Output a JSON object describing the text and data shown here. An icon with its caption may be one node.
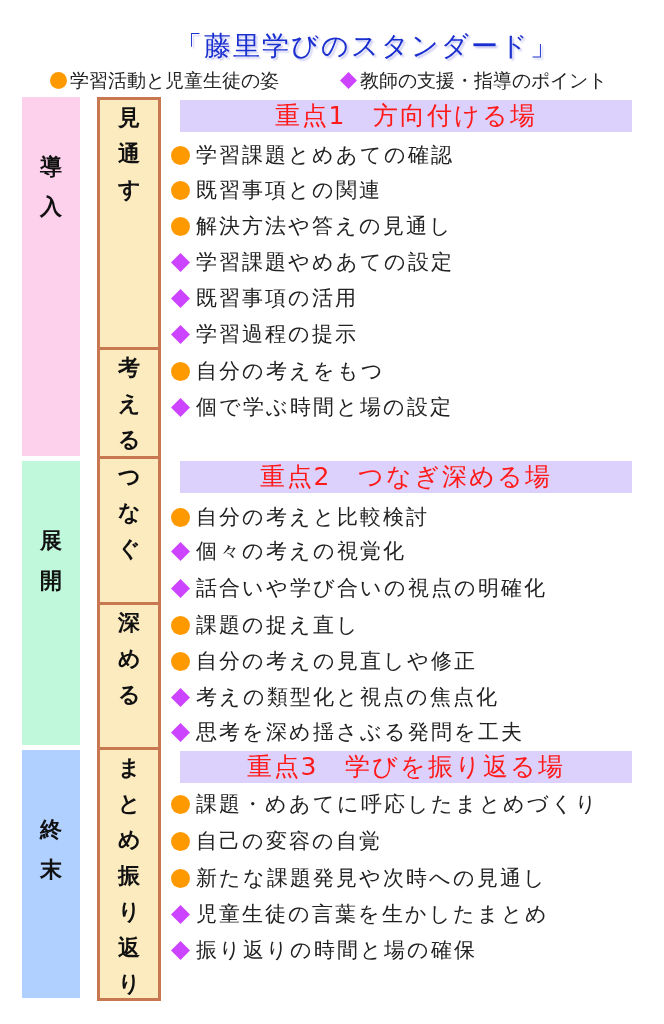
{
  "diagram": {
    "title": "「藤里学びのスタンダード」",
    "nodes": [
      {
        "text": [
          "導入"
        ]
      },
      {
        "text": [
          "見通す"
        ]
      },
      {
        "text": [
          "重点1　方向付ける場"
        ]
      },
      {
        "text": [
          "考える"
        ]
      },
      {
        "text": [
          "展開"
        ]
      },
      {
        "text": [
          "つなぐ"
        ]
      },
      {
        "text": [
          "重点2　つなぎ深める場"
        ]
      },
      {
        "text": [
          "深める"
        ]
      },
      {
        "text": [
          "終末"
        ]
      },
      {
        "text": [
          "まとめ振り返り"
        ]
      },
      {
        "text": [
          "重点3　学びを振り返る場"
        ]
      }
    ],
    "labels": [
      "学習課題とめあての確認",
      "既習事項との関連",
      "解決方法や答えの見通し",
      "学習課題やめあての設定",
      "既習事項の活用",
      "学習過程の提示",
      "自分の考えをもつ",
      "個で学ぶ時間と場の設定",
      "自分の考えと比較検討",
      "個々の考えの視覚化",
      "話合いや学び合いの視点の明確化",
      "課題の捉え直し",
      "自分の考えの見直しや修正",
      "考えの類型化と視点の焦点化",
      "思考を深め揺さぶる発問を工夫",
      "課題・めあてに呼応したまとめづくり",
      "自己の変容の自覚",
      "新たな課題発見や次時への見通し",
      "児童生徒の言葉を生かしたまとめ",
      "振り返りの時間と場の確保"
    ],
    "legend": [
      {
        "text": "学習活動と児童生徒の姿",
        "color": "#ff9900"
      },
      {
        "text": "教師の支援・指導のポイント",
        "color": "#cc44ff"
      }
    ]
  }
}
